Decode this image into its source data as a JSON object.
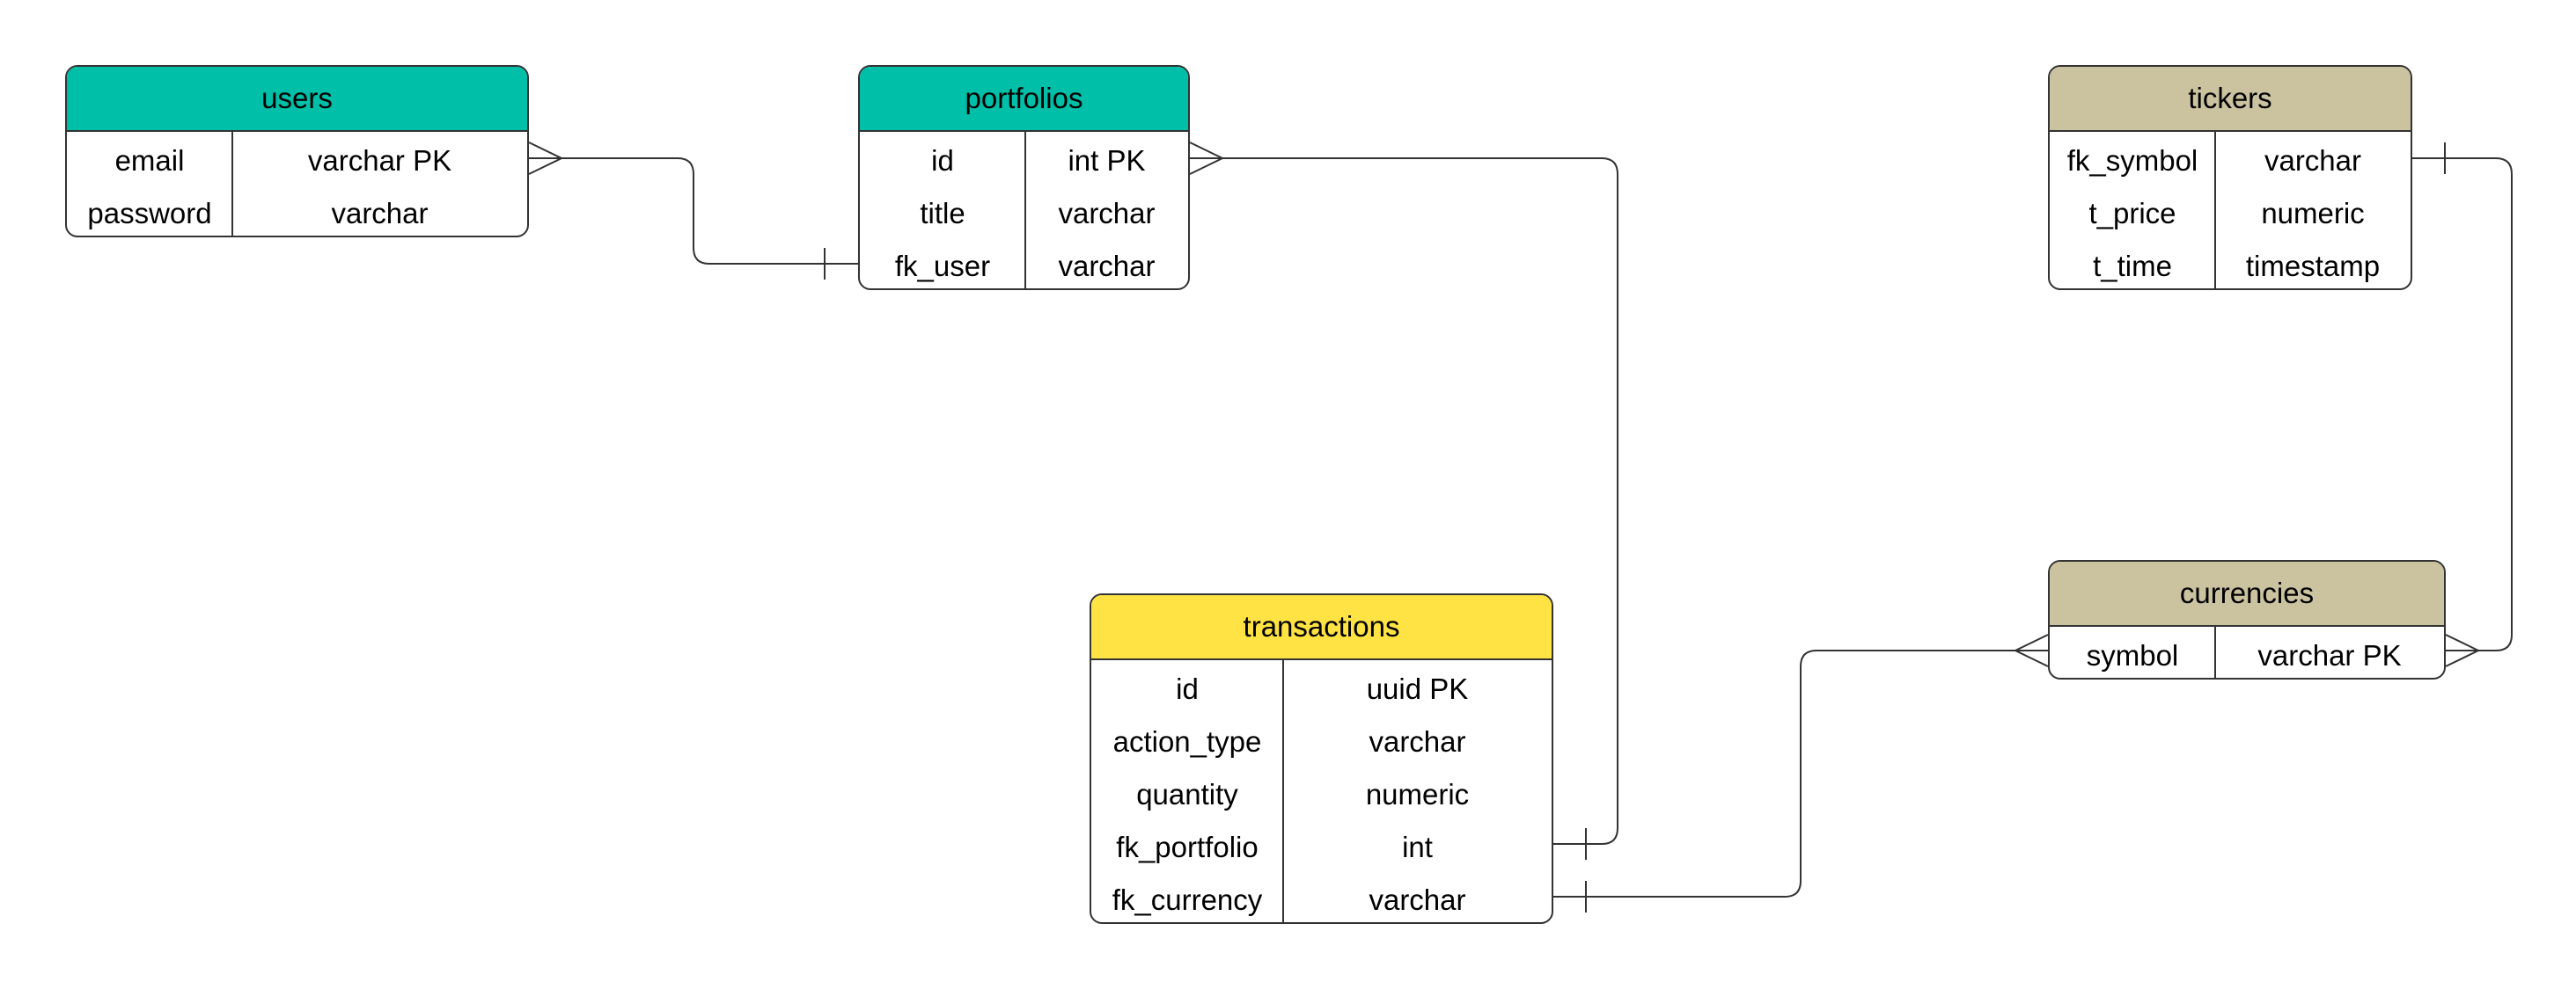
{
  "colors": {
    "teal": "#00BFA8",
    "tan": "#CBC2A0",
    "yellow": "#FFE344",
    "line": "#333333"
  },
  "entities": {
    "users": {
      "title": "users",
      "rows": [
        {
          "name": "email",
          "type": "varchar PK"
        },
        {
          "name": "password",
          "type": "varchar"
        }
      ]
    },
    "portfolios": {
      "title": "portfolios",
      "rows": [
        {
          "name": "id",
          "type": "int PK"
        },
        {
          "name": "title",
          "type": "varchar"
        },
        {
          "name": "fk_user",
          "type": "varchar"
        }
      ]
    },
    "tickers": {
      "title": "tickers",
      "rows": [
        {
          "name": "fk_symbol",
          "type": "varchar"
        },
        {
          "name": "t_price",
          "type": "numeric"
        },
        {
          "name": "t_time",
          "type": "timestamp"
        }
      ]
    },
    "currencies": {
      "title": "currencies",
      "rows": [
        {
          "name": "symbol",
          "type": "varchar PK"
        }
      ]
    },
    "transactions": {
      "title": "transactions",
      "rows": [
        {
          "name": "id",
          "type": "uuid PK"
        },
        {
          "name": "action_type",
          "type": "varchar"
        },
        {
          "name": "quantity",
          "type": "numeric"
        },
        {
          "name": "fk_portfolio",
          "type": "int"
        },
        {
          "name": "fk_currency",
          "type": "varchar"
        }
      ]
    }
  }
}
